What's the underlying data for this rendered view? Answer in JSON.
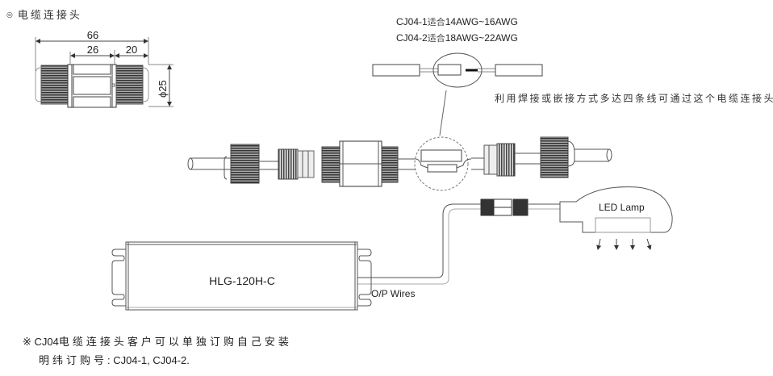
{
  "section_title": {
    "bullet": "◎",
    "text": "电缆连接头"
  },
  "dimension_drawing": {
    "overall_length": "66",
    "center_length": "26",
    "end_length": "20",
    "diameter": "ϕ25"
  },
  "wire_specs": [
    {
      "model": "CJ04-1",
      "connector_text": "适合",
      "range": "14AWG~16AWG"
    },
    {
      "model": "CJ04-2",
      "connector_text": "适合",
      "range": "18AWG~22AWG"
    }
  ],
  "wiring_method_note": "利用焊接或嵌接方式多达四条线可通过这个电缆连接头",
  "wiring_diagram": {
    "driver_label": "HLG-120H-C",
    "output_label": "O/P Wires",
    "lamp_label": "LED Lamp"
  },
  "footer": {
    "marker": "※",
    "line1_model": "CJ04",
    "line1_text": "电缆连接头客户可以单独订购自己安装",
    "line2_label": "明纬订购号",
    "line2_value": ": CJ04-1, CJ04-2."
  },
  "colors": {
    "line": "#555555",
    "light_line": "#aaaaaa",
    "dark_fill": "#3a3a3a",
    "text": "#222222"
  }
}
